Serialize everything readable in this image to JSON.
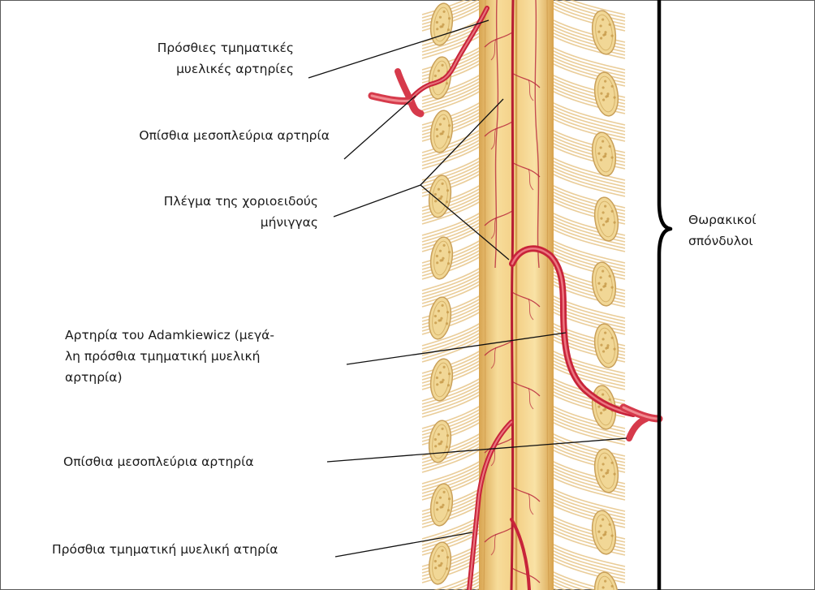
{
  "labels": {
    "anterior_segmental_arteries": [
      "Πρόσθιες τμηματικές",
      "μυελικές αρτηρίες"
    ],
    "posterior_intercostal_artery_1": [
      "Οπίσθια μεσοπλεύρια αρτηρία"
    ],
    "choroid_plexus": [
      "Πλέγμα της χοριοειδούς",
      "μήνιγγας"
    ],
    "adamkiewicz_artery": [
      "Αρτηρία του Adamkiewicz (μεγά-",
      "λη πρόσθια τμηματική μυελική",
      "αρτηρία)"
    ],
    "posterior_intercostal_artery_2": [
      "Οπίσθια μεσοπλεύρια αρτηρία"
    ],
    "anterior_segmental_artery": [
      "Πρόσθια τμηματική μυελική ατηρία"
    ],
    "thoracic_vertebrae": [
      "Θωρακικοί",
      "σπόνδυλοι"
    ]
  },
  "colors": {
    "cord": "#f2cf86",
    "cord_shadow": "#d9a74e",
    "nerve_roots": "#e3bc77",
    "vertebra": "#f1d796",
    "vertebra_spots": "#c79a4a",
    "artery": "#c8243a",
    "artery_highlight": "#e8737c",
    "leader_line": "#111111",
    "brace": "#000000"
  }
}
